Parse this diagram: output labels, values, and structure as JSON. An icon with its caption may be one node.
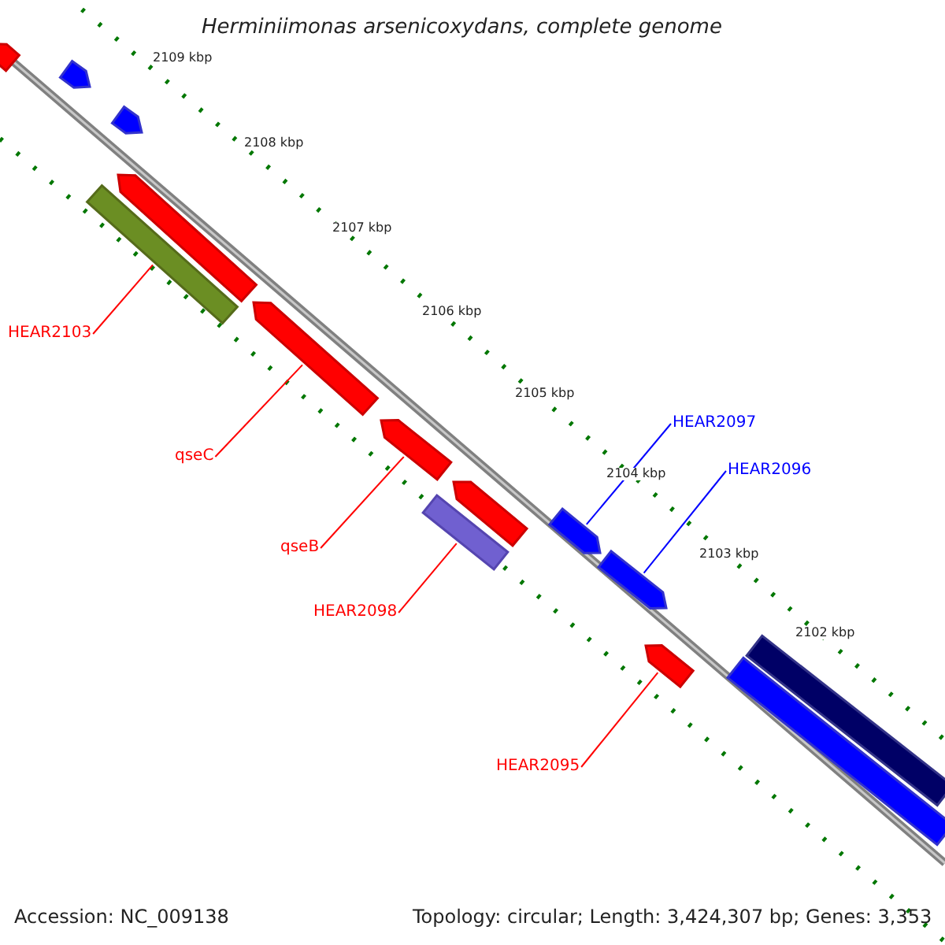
{
  "diagram": {
    "title": "Herminiimonas arsenicoxydans, complete genome",
    "nodes": [
      {
        "text": [
          "HEAR2103"
        ]
      },
      {
        "text": [],
        "shape": "bar"
      },
      {
        "text": [
          "qseC"
        ]
      },
      {
        "text": [],
        "shape": "bar"
      },
      {
        "text": [
          "qseB"
        ]
      },
      {
        "text": [],
        "shape": "bar"
      },
      {
        "text": [
          "HEAR2098"
        ]
      },
      {
        "text": [],
        "shape": "bar"
      },
      {
        "text": [
          "HEAR2097"
        ]
      },
      {
        "text": [],
        "shape": "bar"
      },
      {
        "text": [
          "HEAR2096"
        ]
      },
      {
        "text": [],
        "shape": "bar"
      },
      {
        "text": [
          "HEAR2095"
        ]
      },
      {
        "text": [],
        "shape": "bar"
      },
      {
        "text": [],
        "shape": "bar"
      },
      {
        "text": [],
        "shape": "bar"
      },
      {
        "text": [],
        "shape": "bar"
      },
      {
        "text": [],
        "shape": "bar"
      },
      {
        "text": [],
        "shape": "bar"
      },
      {
        "text": [],
        "shape": "bar"
      },
      {
        "text": [],
        "shape": "bar"
      }
    ],
    "edges": [
      {
        "from": 0,
        "to": 1,
        "arrow": "none"
      },
      {
        "from": 2,
        "to": 3,
        "arrow": "none"
      },
      {
        "from": 4,
        "to": 5,
        "arrow": "none"
      },
      {
        "from": 6,
        "to": 7,
        "arrow": "none"
      },
      {
        "from": 8,
        "to": 9,
        "arrow": "none",
        "color": "#0000ff"
      },
      {
        "from": 10,
        "to": 11,
        "arrow": "none",
        "color": "#0000ff"
      },
      {
        "from": 12,
        "to": 13,
        "arrow": "none"
      }
    ],
    "labels": [
      "2109 kbp",
      "2108 kbp",
      "2107 kbp",
      "2106 kbp",
      "2105 kbp",
      "2104 kbp",
      "2103 kbp",
      "2102 kbp",
      "Accession: NC_009138",
      "Topology: circular; Length: 3,424,307 bp; Genes: 3,353"
    ]
  }
}
